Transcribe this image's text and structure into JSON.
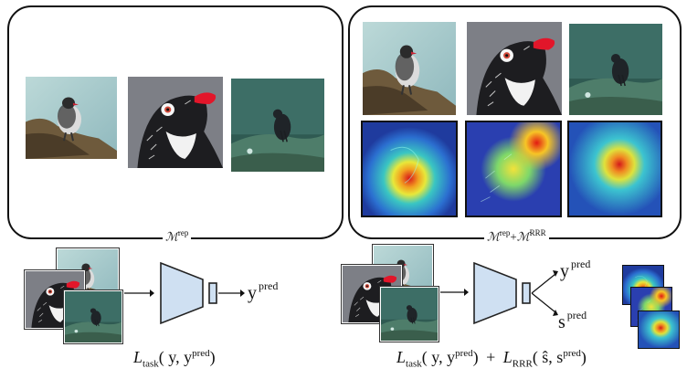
{
  "left_panel": {
    "caption": "ℳ",
    "caption_sup": "rep"
  },
  "right_panel": {
    "caption_a": "ℳ",
    "caption_a_sup": "rep",
    "plus": "+",
    "caption_b": "ℳ",
    "caption_b_sup": "RRR"
  },
  "bottom_left": {
    "output_y": "y",
    "output_y_sup": "pred",
    "loss_L": "L",
    "loss_sub": "task",
    "loss_args": "( y, y",
    "loss_args_sup": "pred",
    "loss_close": ")"
  },
  "bottom_right": {
    "output_y": "y",
    "output_y_sup": "pred",
    "output_s": "s",
    "output_s_sup": "pred",
    "loss1_L": "L",
    "loss1_sub": "task",
    "loss1_args": "( y, y",
    "loss1_args_sup": "pred",
    "loss1_close": ")",
    "plus": "+",
    "loss2_L": "L",
    "loss2_sub": "RRR",
    "loss2_args": "( ŝ, s",
    "loss2_args_sup": "pred",
    "loss2_close": ")"
  },
  "colors": {
    "network_fill": "#cfe0f2",
    "network_stroke": "#222222",
    "panel_border": "#111111"
  },
  "icons": [
    "bird-photo-on-rock",
    "bird-head-closeup",
    "bird-on-mossy-rock",
    "saliency-heatmap",
    "encoder-trapezoid",
    "arrow"
  ]
}
